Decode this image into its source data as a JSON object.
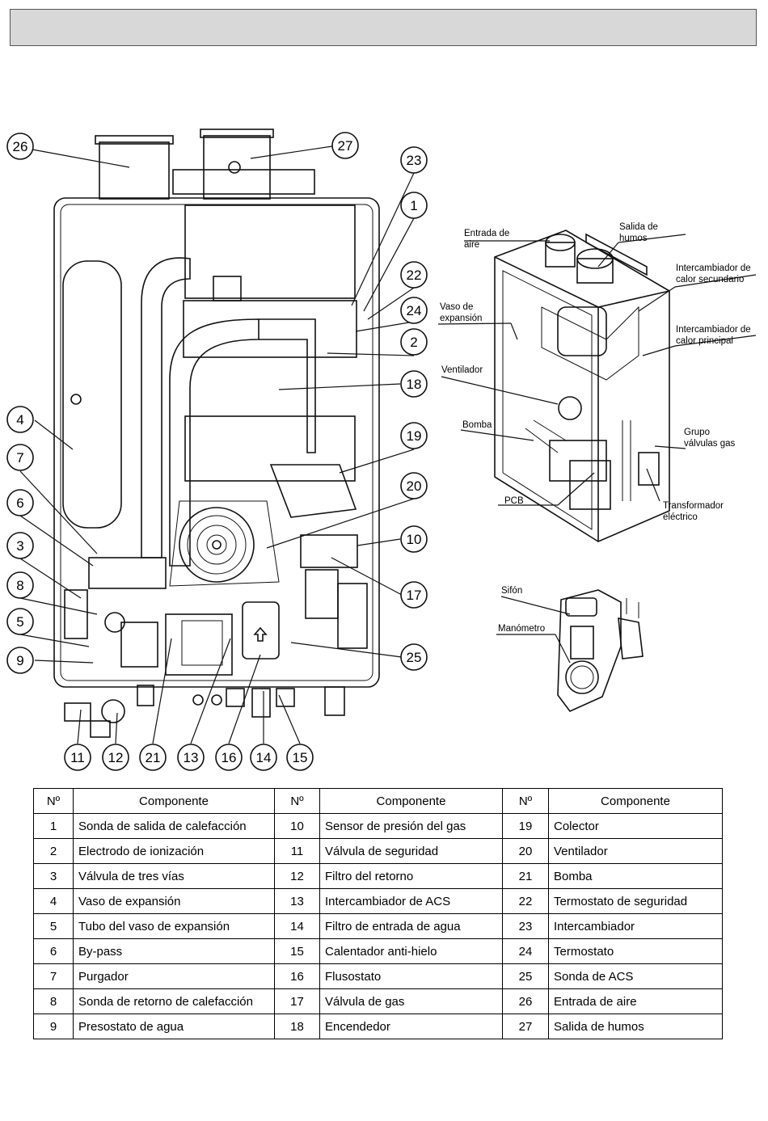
{
  "header": {
    "title": ""
  },
  "diagram": {
    "callouts": [
      "1",
      "2",
      "3",
      "4",
      "5",
      "6",
      "7",
      "8",
      "9",
      "10",
      "11",
      "12",
      "13",
      "14",
      "15",
      "16",
      "17",
      "18",
      "19",
      "20",
      "21",
      "22",
      "23",
      "24",
      "25",
      "26",
      "27"
    ],
    "side_labels": {
      "entrada_aire": [
        "Entrada de",
        "aire"
      ],
      "salida_humos": [
        "Salida de",
        "humos"
      ],
      "vaso_expansion": [
        "Vaso de",
        "expansión"
      ],
      "intercambiador_secundario": [
        "Intercambiador de",
        "calor secundario"
      ],
      "intercambiador_principal": [
        "Intercambiador de",
        "calor principal"
      ],
      "ventilador": "Ventilador",
      "bomba": "Bomba",
      "grupo_valvulas": [
        "Grupo",
        "válvulas gas"
      ],
      "pcb": "PCB",
      "transformador": [
        "Transformador",
        "eléctrico"
      ],
      "sifon": "Sifón",
      "manometro": "Manómetro"
    }
  },
  "table": {
    "headers": [
      "Nº",
      "Componente",
      "Nº",
      "Componente",
      "Nº",
      "Componente"
    ],
    "rows": [
      [
        "1",
        "Sonda de salida de calefacción",
        "10",
        "Sensor de presión del gas",
        "19",
        "Colector"
      ],
      [
        "2",
        "Electrodo de ionización",
        "11",
        "Válvula de seguridad",
        "20",
        "Ventilador"
      ],
      [
        "3",
        "Válvula de tres vías",
        "12",
        "Filtro del retorno",
        "21",
        "Bomba"
      ],
      [
        "4",
        "Vaso de expansión",
        "13",
        "Intercambiador de ACS",
        "22",
        "Termostato de seguridad"
      ],
      [
        "5",
        "Tubo del vaso de expansión",
        "14",
        "Filtro de entrada de agua",
        "23",
        "Intercambiador"
      ],
      [
        "6",
        "By-pass",
        "15",
        "Calentador anti-hielo",
        "24",
        "Termostato"
      ],
      [
        "7",
        "Purgador",
        "16",
        "Flusostato",
        "25",
        "Sonda de ACS"
      ],
      [
        "8",
        "Sonda de retorno de calefacción",
        "17",
        "Válvula de gas",
        "26",
        "Entrada de aire"
      ],
      [
        "9",
        "Presostato de agua",
        "18",
        "Encendedor",
        "27",
        "Salida de humos"
      ]
    ]
  }
}
